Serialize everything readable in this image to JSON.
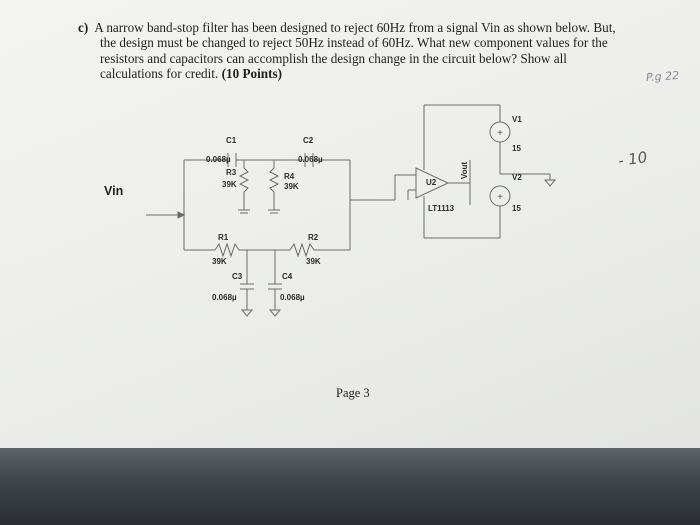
{
  "question": {
    "label": "c)",
    "lines": [
      "A narrow band-stop filter has been designed to reject 60Hz from a signal Vin as shown below. But,",
      "the design must be changed to reject 50Hz instead of 60Hz. What new component values for the",
      "resistors and capacitors can accomplish the design change in the circuit below? Show all",
      "calculations for credit."
    ],
    "points": "(10 Points)"
  },
  "handwritten": {
    "page_ref": "P.g 22",
    "score": "- 10"
  },
  "circuit": {
    "input_label": "Vin",
    "components": {
      "C1": {
        "name": "C1",
        "value": "0.068µ"
      },
      "C2": {
        "name": "C2",
        "value": "0.068µ"
      },
      "C3": {
        "name": "C3",
        "value": "0.068µ"
      },
      "C4": {
        "name": "C4",
        "value": "0.068µ"
      },
      "R1": {
        "name": "R1",
        "value": "39K"
      },
      "R2": {
        "name": "R2",
        "value": "39K"
      },
      "R3": {
        "name": "R3",
        "value": "39K"
      },
      "R4": {
        "name": "R4",
        "value": "39K"
      },
      "U2": {
        "name": "U2",
        "part": "LT1113"
      },
      "V1": {
        "name": "V1",
        "value": "15"
      },
      "V2": {
        "name": "V2",
        "value": "15"
      }
    },
    "output_label": "Vout"
  },
  "page": {
    "number_text": "Page 3"
  }
}
